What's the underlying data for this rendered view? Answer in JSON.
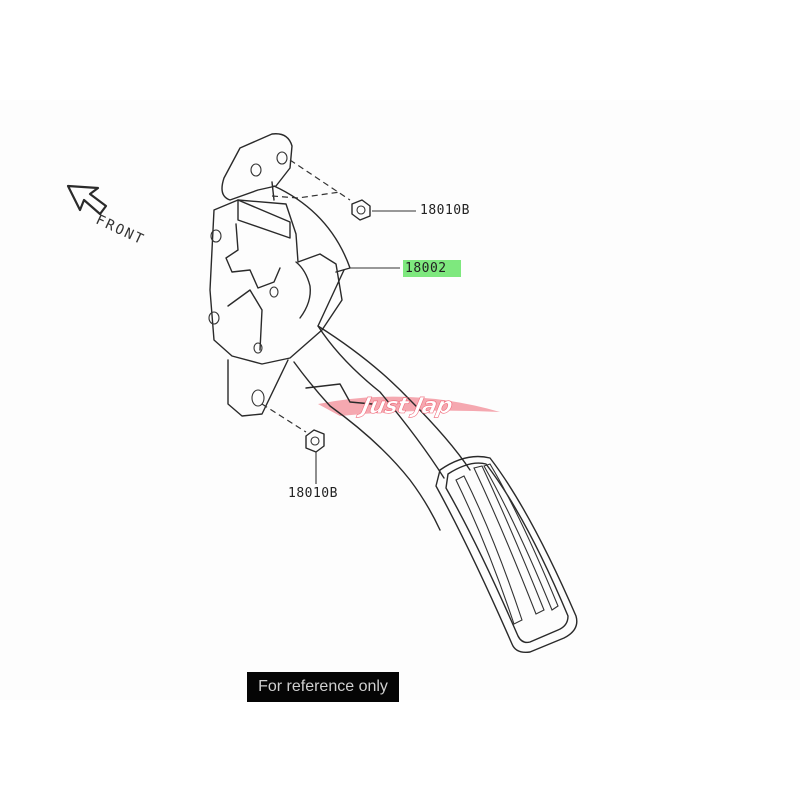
{
  "diagram": {
    "direction_label": "FRONT",
    "parts": [
      {
        "id": "nut-top",
        "part_number": "18010B",
        "highlighted": false
      },
      {
        "id": "accelerator-pedal-assembly",
        "part_number": "18002",
        "highlighted": true,
        "highlight_color": "#7ee87e"
      },
      {
        "id": "nut-bottom",
        "part_number": "18010B",
        "highlighted": false
      }
    ],
    "watermark": {
      "text": "Just Jap",
      "color": "#f06a7a"
    },
    "disclaimer": "For reference only"
  }
}
